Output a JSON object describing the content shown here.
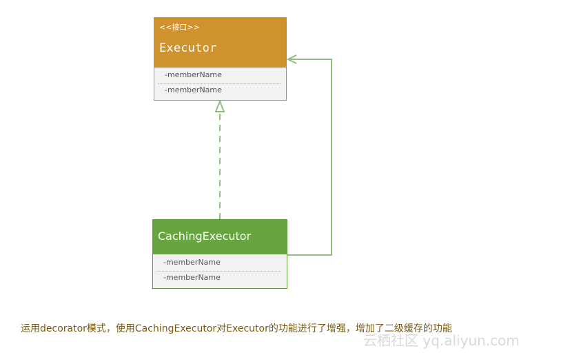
{
  "diagram": {
    "executor": {
      "stereotype": "<<接口>>",
      "name": "Executor",
      "members": [
        "-memberName",
        "-memberName"
      ]
    },
    "caching_executor": {
      "name": "CachingExecutor",
      "members": [
        "-memberName",
        "-memberName"
      ]
    },
    "relationships": [
      {
        "from": "CachingExecutor",
        "to": "Executor",
        "type": "realization"
      },
      {
        "from": "CachingExecutor",
        "to": "Executor",
        "type": "association"
      }
    ]
  },
  "caption": "运用decorator模式，使用CachingExecutor对Executor的功能进行了增强，增加了二级缓存的功能",
  "watermark": "云栖社区 yq.aliyun.com",
  "colors": {
    "executor_header": "#cf922d",
    "caching_header": "#67a540",
    "connector": "#8fbe7a"
  }
}
